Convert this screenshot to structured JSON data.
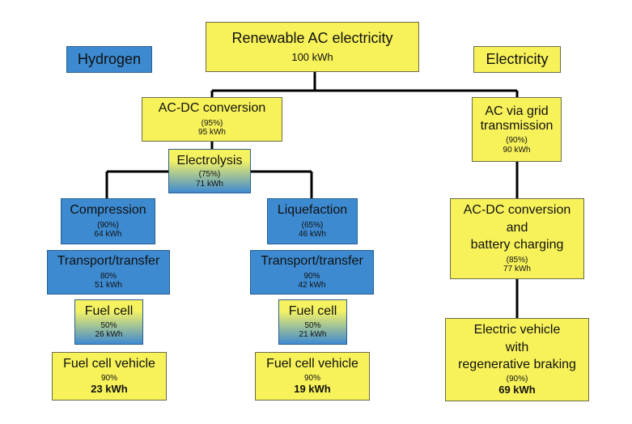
{
  "legend": {
    "hydrogen": "Hydrogen",
    "electricity": "Electricity"
  },
  "root": {
    "title": "Renewable AC electricity",
    "value": "100 kWh"
  },
  "h2": {
    "acdc": {
      "title": "AC-DC conversion",
      "eff": "(95%)",
      "value": "95 kWh"
    },
    "electrolysis": {
      "title": "Electrolysis",
      "eff": "(75%)",
      "value": "71 kWh"
    },
    "compression": {
      "title": "Compression",
      "eff": "(90%)",
      "value": "64 kWh"
    },
    "liquefaction": {
      "title": "Liquefaction",
      "eff": "(65%)",
      "value": "46 kWh"
    },
    "transport_left": {
      "title": "Transport/transfer",
      "eff": "80%",
      "value": "51 kWh"
    },
    "transport_right": {
      "title": "Transport/transfer",
      "eff": "90%",
      "value": "42 kWh"
    },
    "fuelcell_left": {
      "title": "Fuel cell",
      "eff": "50%",
      "value": "26 kWh"
    },
    "fuelcell_right": {
      "title": "Fuel cell",
      "eff": "50%",
      "value": "21 kWh"
    },
    "vehicle_left": {
      "title": "Fuel cell vehicle",
      "eff": "90%",
      "value": "23 kWh"
    },
    "vehicle_right": {
      "title": "Fuel cell vehicle",
      "eff": "90%",
      "value": "19 kWh"
    }
  },
  "elec": {
    "grid": {
      "line1": "AC via grid",
      "line2": "transmission",
      "eff": "(90%)",
      "value": "90 kWh"
    },
    "charging": {
      "line1": "AC-DC conversion",
      "line2": "and",
      "line3": "battery charging",
      "eff": "(85%)",
      "value": "77 kWh"
    },
    "ev": {
      "line1": "Electric vehicle",
      "line2": "with",
      "line3": "regenerative braking",
      "eff": "(90%)",
      "value": "69 kWh"
    }
  },
  "colors": {
    "yellow": "#f7f25a",
    "blue": "#3d8ad0",
    "line": "#000000"
  }
}
